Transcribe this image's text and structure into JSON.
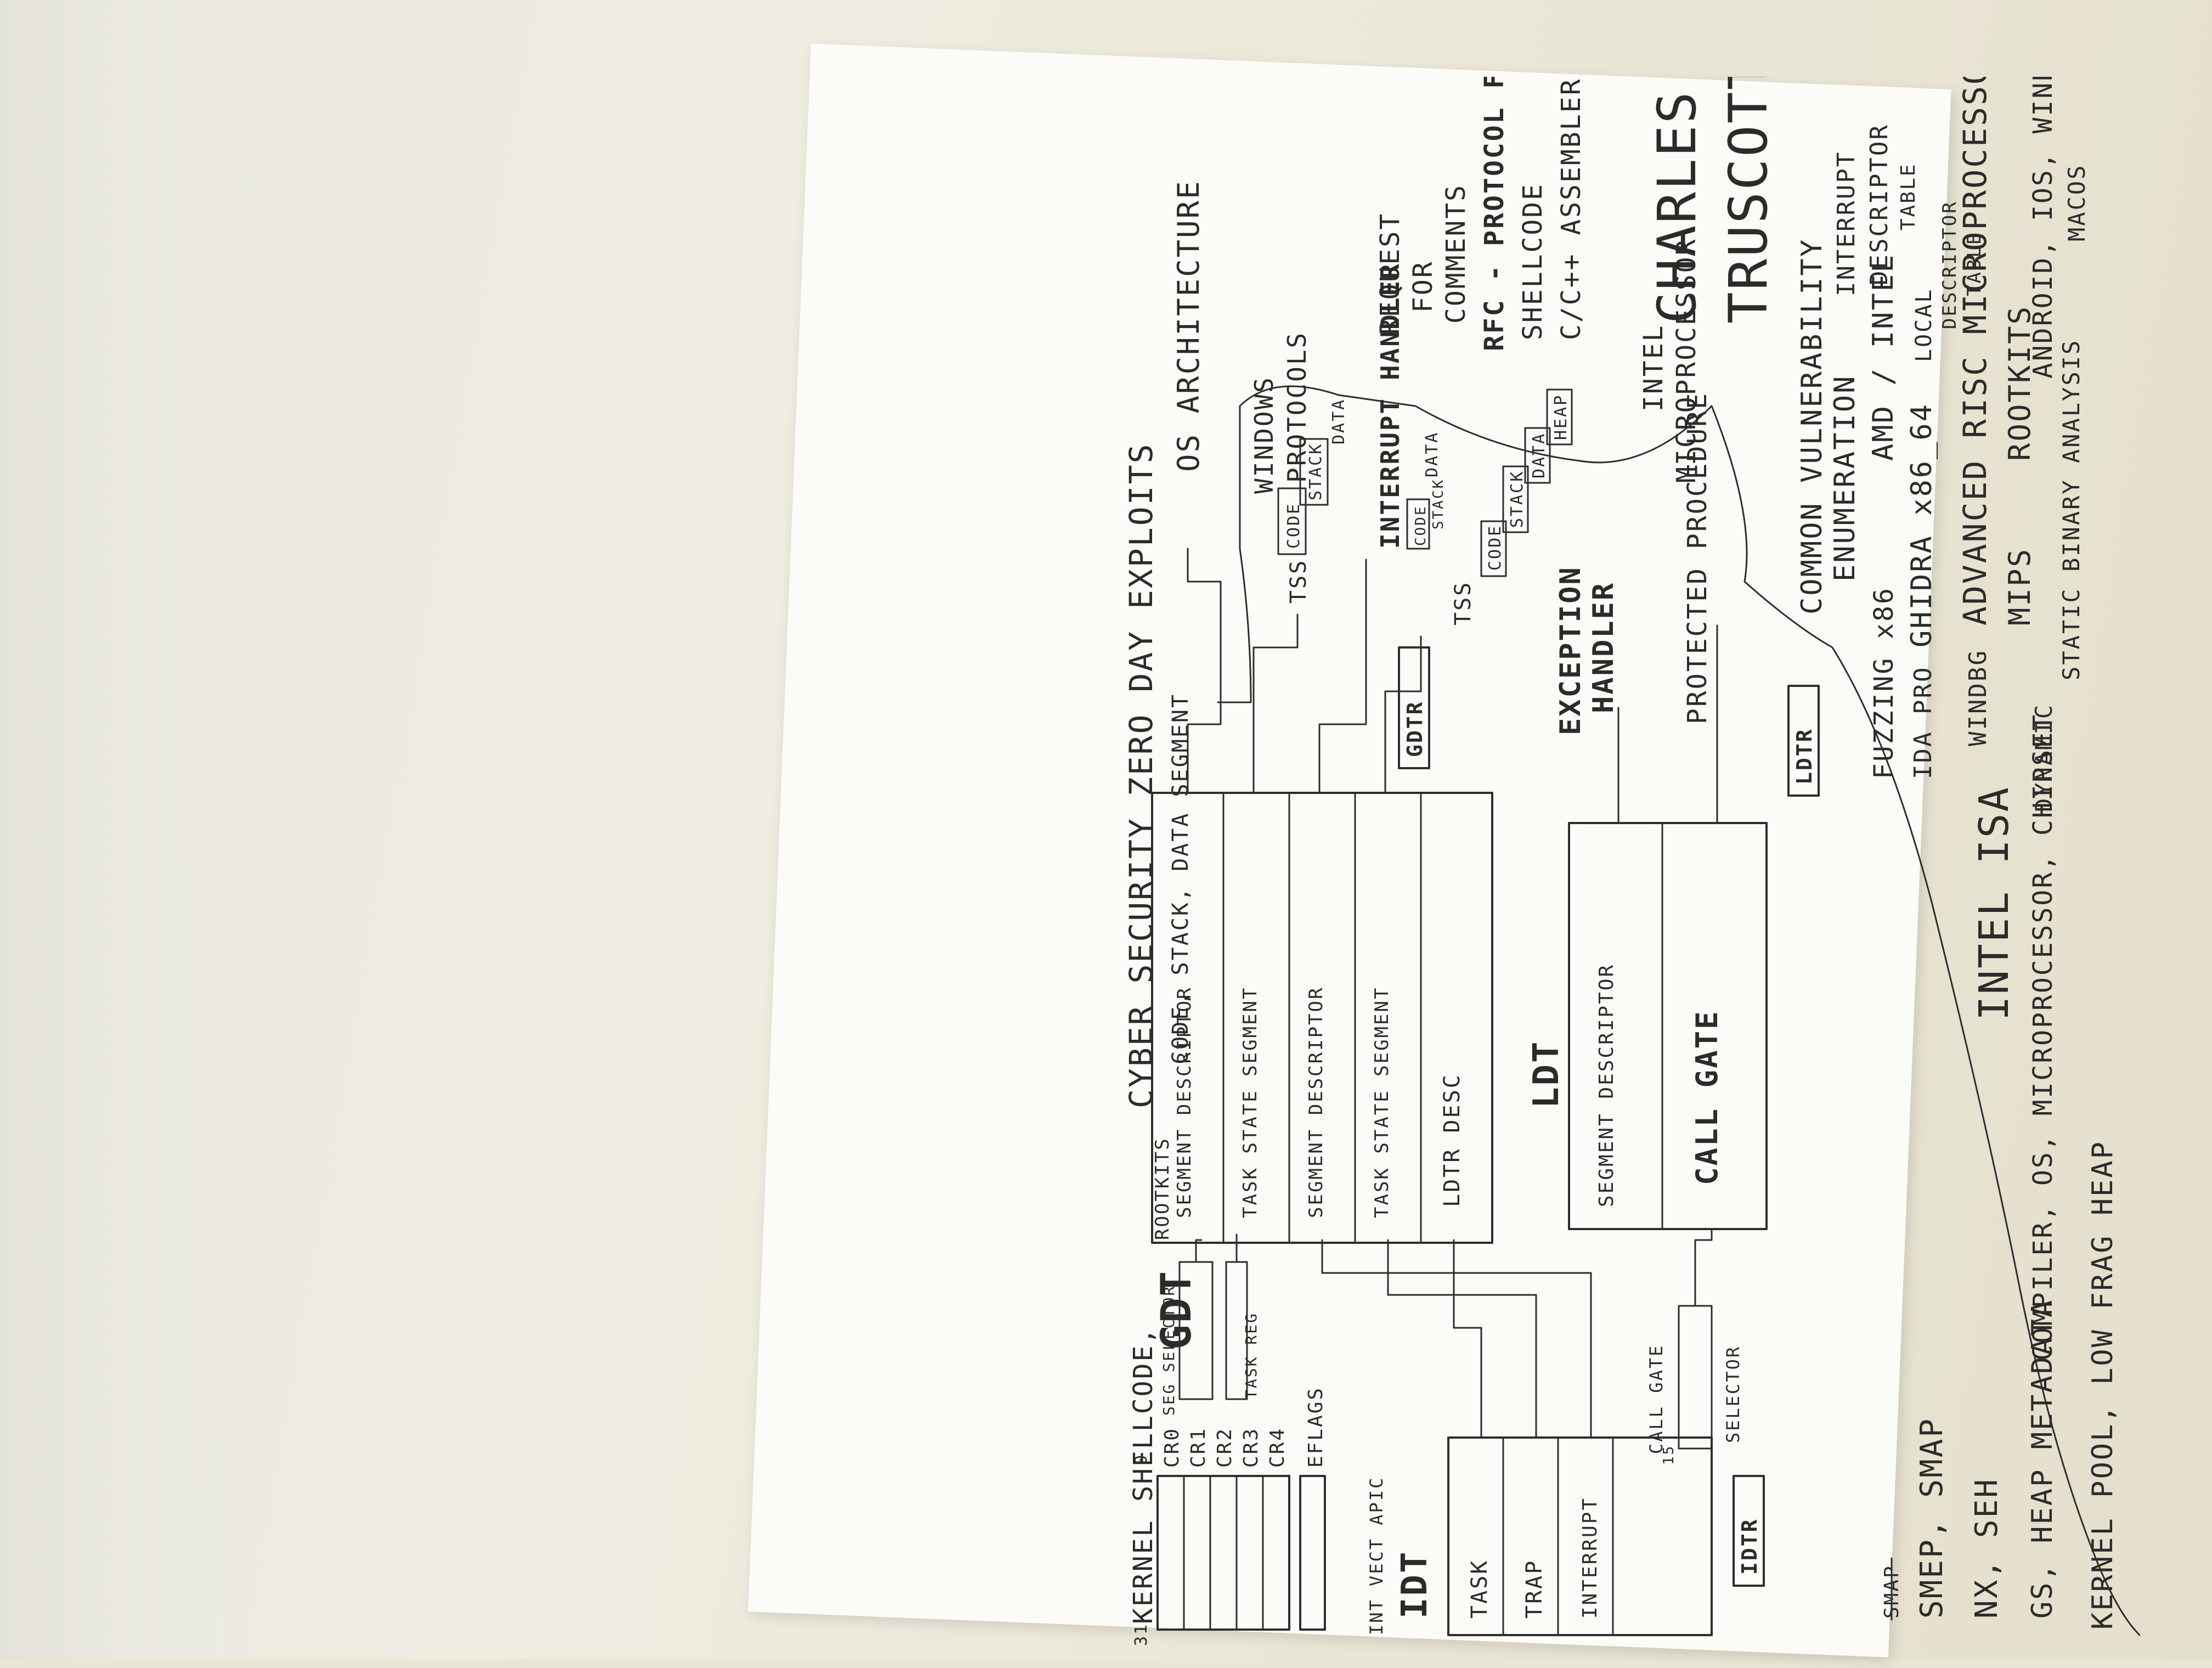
{
  "notes": {
    "top_line": "KERNEL SHELLCODE,",
    "gdt_title": "GDT",
    "gdt_rootkits": "ROOTKITS",
    "cyber_title": "CYBER SECURITY ZERO DAY EXPLOITS",
    "cyber_sub": "CODE, STACK, DATA SEGMENT",
    "os_arch": "OS ARCHITECTURE",
    "windows_protocols": [
      "WINDOWS",
      "PROTOCOLS"
    ],
    "cr_registers": [
      "CR0",
      "CR1",
      "CR2",
      "CR3",
      "CR4"
    ],
    "bit_high": "31",
    "bit_low": "0",
    "eflags": "EFLAGS",
    "seg_selector": "SEG SELECTOR",
    "task_reg": "TASK REG",
    "int_vect_apic": "INT VECT APIC",
    "idt_title": "IDT",
    "idt_rows": [
      "TASK",
      "TRAP",
      "INTERRUPT"
    ],
    "idtr": "IDTR",
    "gdt_rows": [
      "SEGMENT DESCRIPTOR",
      "TASK STATE SEGMENT",
      "SEGMENT DESCRIPTOR",
      "TASK STATE SEGMENT",
      "LDTR DESC"
    ],
    "gdtr": "GDTR",
    "ldt_title": "LDT",
    "ldt_rows": [
      "SEGMENT DESCRIPTOR",
      "CALL GATE"
    ],
    "ldtr": "LDTR",
    "call_gate": "CALL GATE",
    "selector": "SELECTOR",
    "bit_15": "15",
    "tss": "TSS",
    "tss_items": [
      "CODE",
      "STACK",
      "DATA"
    ],
    "interrupt_handler": "INTERRUPT HANDLER",
    "code_stack_data": [
      "CODE",
      "STACK",
      "DATA"
    ],
    "tss2": "TSS",
    "tss2_items": [
      "CODE",
      "STACK",
      "DATA",
      "HEAP"
    ],
    "exception_handler": [
      "EXCEPTION",
      "HANDLER"
    ],
    "protected_procedure": "PROTECTED PROCEDURE",
    "intel_micro": [
      "INTEL",
      "MICROPROCESSOR"
    ],
    "request_for_comments": [
      "REQUEST",
      "FOR",
      "COMMENTS"
    ],
    "rfc_line": "RFC - PROTOCOL FORM",
    "shellcode": "SHELLCODE",
    "c_asm": "C/C++ ASSEMBLER",
    "charles": "CHARLES",
    "truscott": "TRUSCOTT",
    "idt_full": [
      "INTERRUPT",
      "DESCRIPTOR",
      "TABLE"
    ],
    "ldt_full": [
      "LOCAL",
      "DESCRIPTOR",
      "TABLE"
    ],
    "cve": [
      "COMMON VULNERABILITY",
      "ENUMERATION"
    ],
    "fuzzing": "FUZZING x86",
    "amd_intel": "AMD / INTEL",
    "ida_pro": "IDA PRO",
    "ghidra": "GHIDRA x86_64",
    "isa_line": "INTEL ISA",
    "windbg": "WINDBG",
    "risc": "ADVANCED RISC MICROPROCESSOR",
    "mips": "MIPS",
    "rootkits": "ROOTKITS",
    "dynamic": "DYNAMIC",
    "static": "STATIC BINARY ANALYSIS",
    "platforms": "ANDROID, IOS, WINDOWS",
    "macos": "MACOS",
    "smep": "SMEP, SMAP",
    "smap_struck": "SMAP",
    "nx_seh": "NX, SEH",
    "gs_heap": "GS, HEAP METADATA",
    "compiler": "COMPILER, OS, MICROPROCESSOR, CHIPSET",
    "kernel_pool": "KERNEL POOL, LOW FRAG HEAP"
  }
}
